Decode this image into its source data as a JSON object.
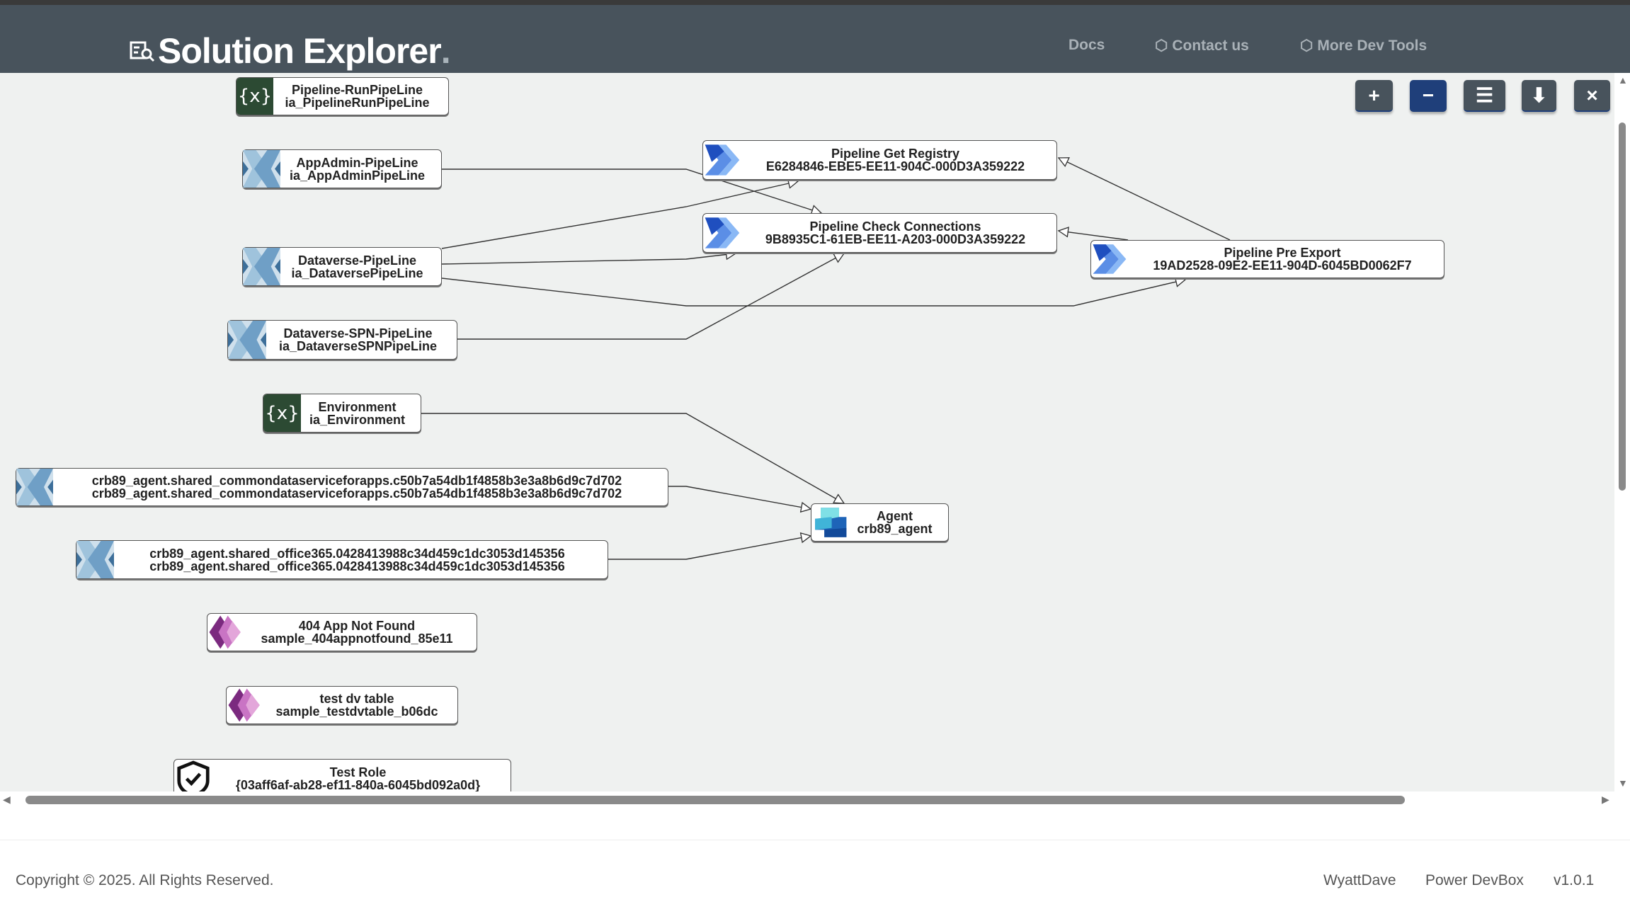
{
  "header": {
    "title": "Solution Explorer",
    "title_dot": ".",
    "nav": [
      {
        "label": "Docs",
        "icon": "none"
      },
      {
        "label": "Contact us",
        "icon": "cube-icon"
      },
      {
        "label": "More Dev Tools",
        "icon": "cube-icon"
      }
    ]
  },
  "toolbar": {
    "zoom_in": "+",
    "zoom_out": "−",
    "menu": "☰",
    "download": "⬇",
    "close": "×",
    "zoom_out_color": "#1f3f7a"
  },
  "nodes": [
    {
      "title": "Pipeline-RunPipeLine",
      "subtitle": "ia_PipelineRunPipeLine",
      "icon": "variable-icon"
    },
    {
      "title": "AppAdmin-PipeLine",
      "subtitle": "ia_AppAdminPipeLine",
      "icon": "connector-icon"
    },
    {
      "title": "Dataverse-PipeLine",
      "subtitle": "ia_DataversePipeLine",
      "icon": "connector-icon"
    },
    {
      "title": "Dataverse-SPN-PipeLine",
      "subtitle": "ia_DataverseSPNPipeLine",
      "icon": "connector-icon"
    },
    {
      "title": "Environment",
      "subtitle": "ia_Environment",
      "icon": "variable-icon"
    },
    {
      "title": "crb89_agent.shared_commondataserviceforapps.c50b7a54db1f4858b3e3a8b6d9c7d702",
      "subtitle": "crb89_agent.shared_commondataserviceforapps.c50b7a54db1f4858b3e3a8b6d9c7d702",
      "icon": "connector-icon"
    },
    {
      "title": "crb89_agent.shared_office365.0428413988c34d459c1dc3053d145356",
      "subtitle": "crb89_agent.shared_office365.0428413988c34d459c1dc3053d145356",
      "icon": "connector-icon"
    },
    {
      "title": "404 App Not Found",
      "subtitle": "sample_404appnotfound_85e11",
      "icon": "power-apps-icon"
    },
    {
      "title": "test dv table",
      "subtitle": "sample_testdvtable_b06dc",
      "icon": "power-apps-icon"
    },
    {
      "title": "Test Role",
      "subtitle": "{03aff6af-ab28-ef11-840a-6045bd092a0d}",
      "icon": "shield-check-icon"
    },
    {
      "title": "Pipeline Get Registry",
      "subtitle": "E6284846-EBE5-EE11-904C-000D3A359222",
      "icon": "power-automate-icon"
    },
    {
      "title": "Pipeline Check Connections",
      "subtitle": "9B8935C1-61EB-EE11-A203-000D3A359222",
      "icon": "power-automate-icon"
    },
    {
      "title": "Pipeline Pre Export",
      "subtitle": "19AD2528-09E2-EE11-904D-6045BD0062F7",
      "icon": "power-automate-icon"
    },
    {
      "title": "Agent",
      "subtitle": "crb89_agent",
      "icon": "copilot-agent-icon"
    }
  ],
  "footer": {
    "copyright": "Copyright © 2025. All Rights Reserved.",
    "links": [
      "WyattDave",
      "Power DevBox",
      "v1.0.1"
    ]
  }
}
